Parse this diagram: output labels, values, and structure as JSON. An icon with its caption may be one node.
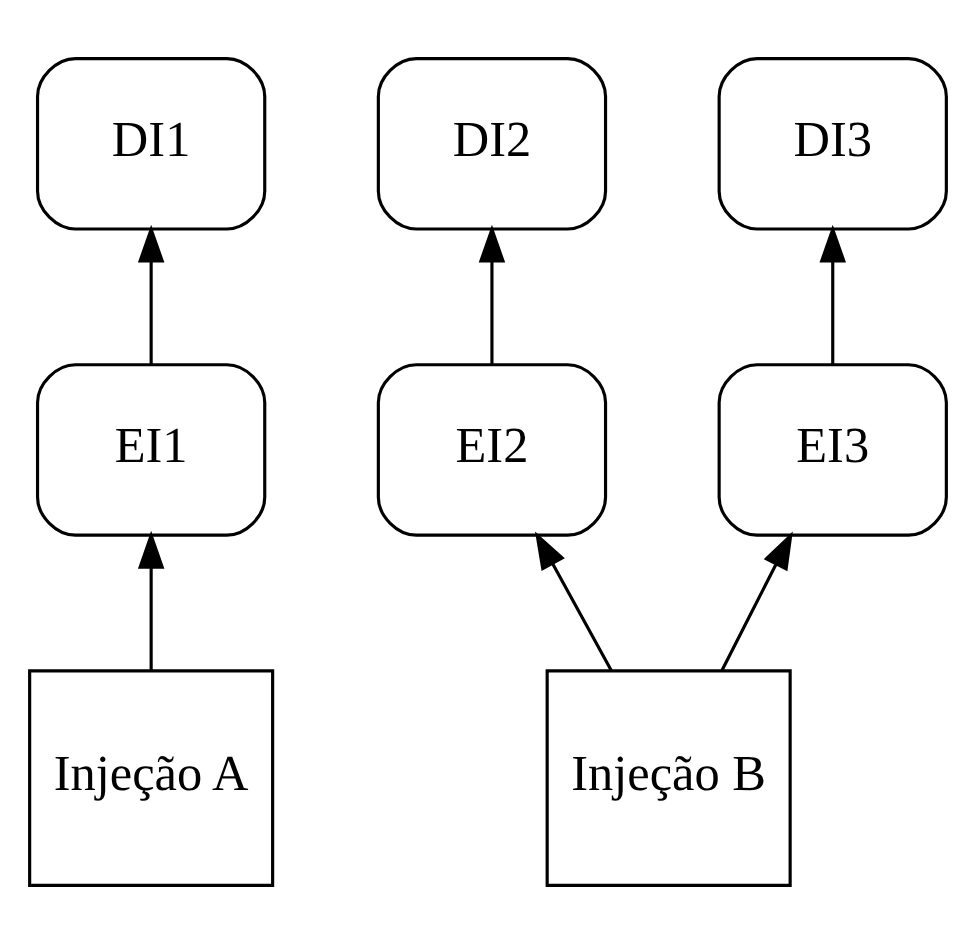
{
  "diagram": {
    "nodes": [
      {
        "text": [
          "DI1"
        ]
      },
      {
        "text": [
          "DI2"
        ]
      },
      {
        "text": [
          "DI3"
        ]
      },
      {
        "text": [
          "EI1"
        ]
      },
      {
        "text": [
          "EI2"
        ]
      },
      {
        "text": [
          "EI3"
        ]
      },
      {
        "text": [
          "Injeção A"
        ]
      },
      {
        "text": [
          "Injeção B"
        ]
      }
    ],
    "edges": [
      {
        "from": 3,
        "to": 0,
        "arrow": "to"
      },
      {
        "from": 4,
        "to": 1,
        "arrow": "to"
      },
      {
        "from": 5,
        "to": 2,
        "arrow": "to"
      },
      {
        "from": 6,
        "to": 3,
        "arrow": "to"
      },
      {
        "from": 7,
        "to": 4,
        "arrow": "to"
      },
      {
        "from": 7,
        "to": 5,
        "arrow": "to"
      }
    ]
  }
}
